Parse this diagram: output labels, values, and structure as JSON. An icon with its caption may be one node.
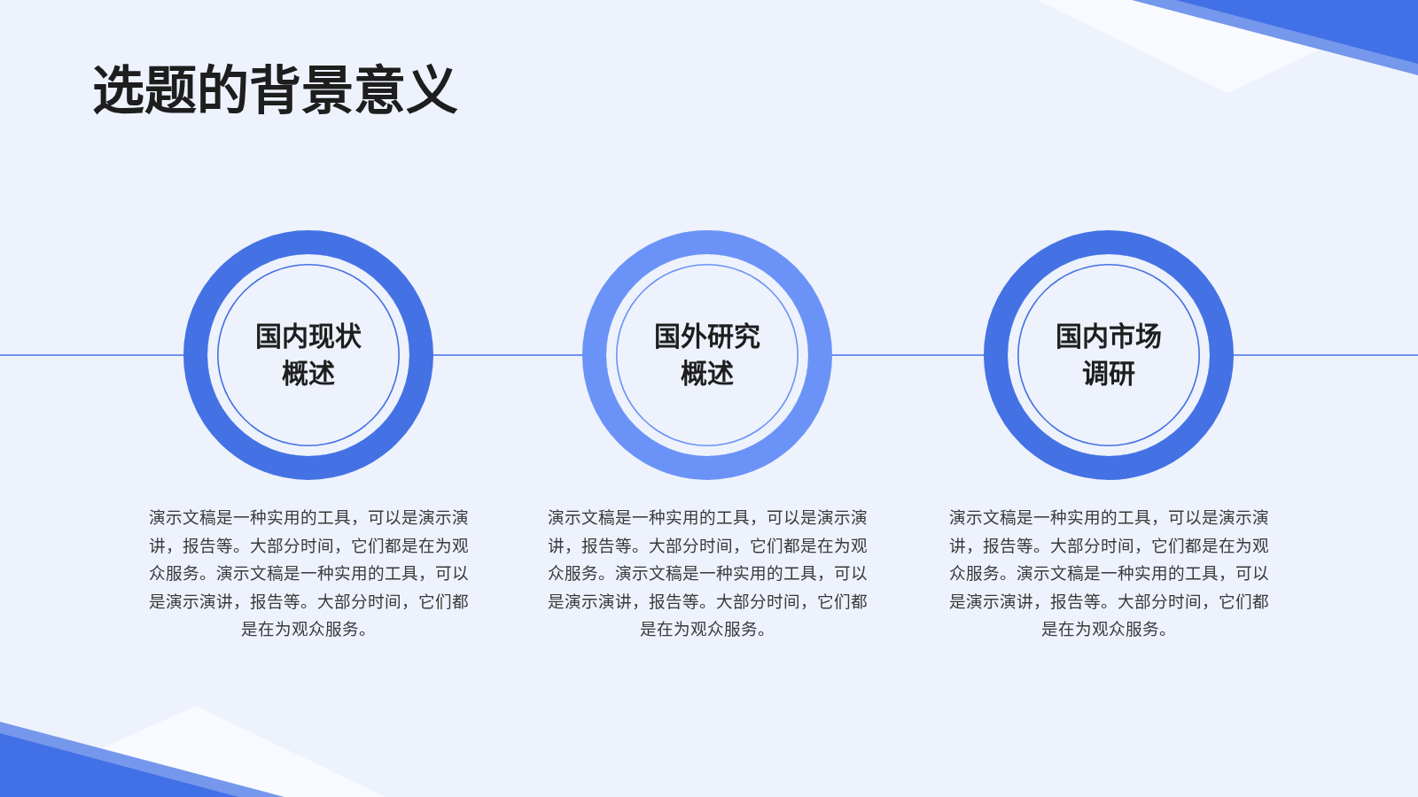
{
  "diagram": {
    "title": "选题的背景意义",
    "nodes": [
      {
        "text": [
          "国内现状概述"
        ],
        "beside": [
          "演示文稿是一种实用的工具，可以是演示演讲，报告等。大部分时间，它们都是在为观众服务。演示文稿是一种实用的工具，可以是演示演讲，报告等。大部分时间，它们都是在为观众服务。"
        ]
      },
      {
        "text": [
          "国外研究概述"
        ],
        "beside": [
          "演示文稿是一种实用的工具，可以是演示演讲，报告等。大部分时间，它们都是在为观众服务。演示文稿是一种实用的工具，可以是演示演讲，报告等。大部分时间，它们都是在为观众服务。"
        ]
      },
      {
        "text": [
          "国内市场调研"
        ],
        "beside": [
          "演示文稿是一种实用的工具，可以是演示演讲，报告等。大部分时间，它们都是在为观众服务。演示文稿是一种实用的工具，可以是演示演讲，报告等。大部分时间，它们都是在为观众服务。"
        ]
      }
    ],
    "edges": [
      {
        "from": null,
        "to": 0,
        "arrow": "none"
      },
      {
        "from": 0,
        "to": 1,
        "arrow": "none"
      },
      {
        "from": 1,
        "to": 2,
        "arrow": "none"
      },
      {
        "from": 2,
        "to": null,
        "arrow": "none"
      }
    ]
  }
}
